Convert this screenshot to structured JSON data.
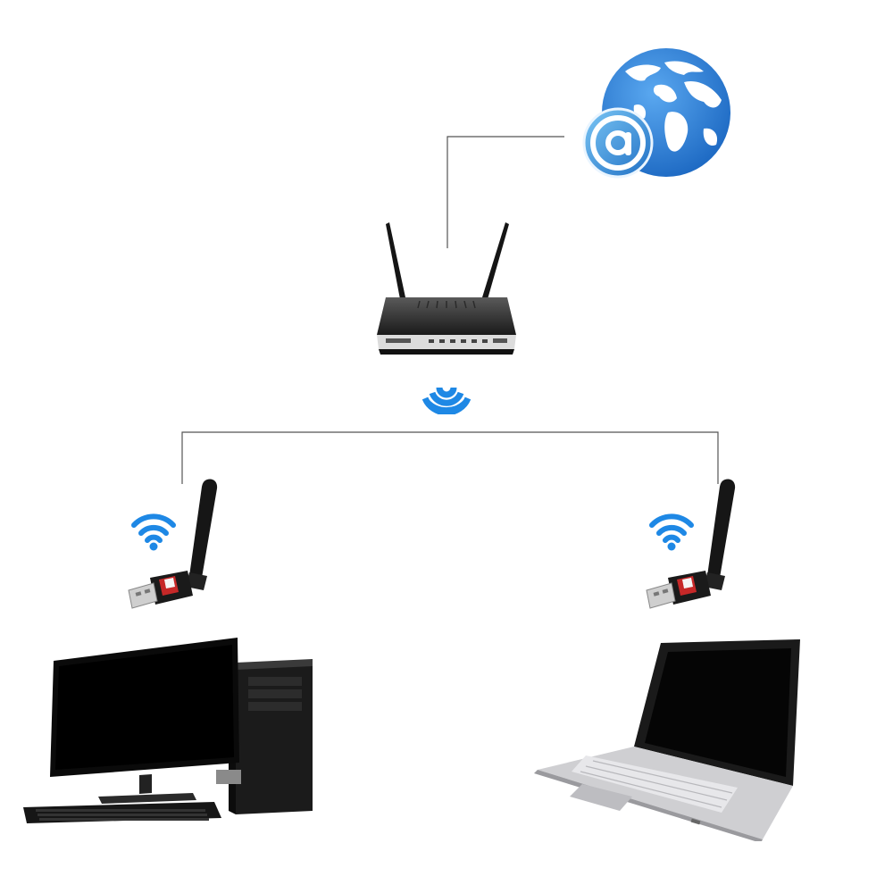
{
  "diagram": {
    "nodes": [
      {
        "id": "internet",
        "icon": "internet-globe-icon"
      },
      {
        "id": "router",
        "icon": "wireless-router-icon"
      },
      {
        "id": "usb-adapter-left",
        "icon": "usb-wifi-adapter-icon"
      },
      {
        "id": "usb-adapter-right",
        "icon": "usb-wifi-adapter-icon"
      },
      {
        "id": "desktop",
        "icon": "desktop-computer-icon"
      },
      {
        "id": "laptop",
        "icon": "laptop-icon"
      }
    ],
    "edges": [
      {
        "from": "internet",
        "to": "router",
        "kind": "wired"
      },
      {
        "from": "router",
        "to": "usb-adapter-left",
        "kind": "wireless"
      },
      {
        "from": "router",
        "to": "usb-adapter-right",
        "kind": "wireless"
      }
    ],
    "colors": {
      "connector_line": "#555555",
      "wifi_blue": "#1e88e5",
      "globe_blue": "#2a7fd4",
      "device_black": "#111111"
    }
  }
}
